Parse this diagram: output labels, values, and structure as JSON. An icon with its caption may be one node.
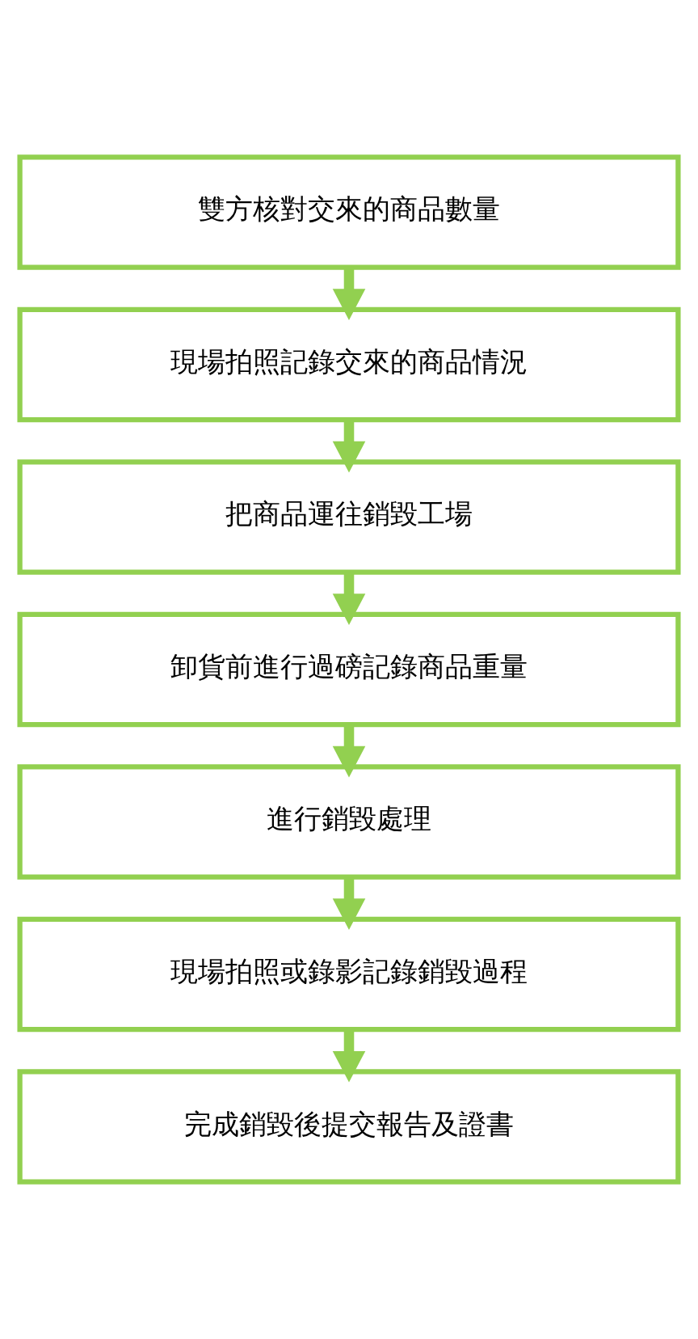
{
  "diagram": {
    "nodes": [
      {
        "text": [
          "雙方核對交來的商品數量"
        ]
      },
      {
        "text": [
          "現場拍照記錄交來的商品情況"
        ]
      },
      {
        "text": [
          "把商品運往銷毀工場"
        ]
      },
      {
        "text": [
          "卸貨前進行過磅記錄商品重量"
        ]
      },
      {
        "text": [
          "進行銷毀處理"
        ]
      },
      {
        "text": [
          "現場拍照或錄影記錄銷毀過程"
        ]
      },
      {
        "text": [
          "完成銷毀後提交報告及證書"
        ]
      }
    ],
    "edges": [
      {
        "from": 0,
        "to": 1,
        "arrow": "to"
      },
      {
        "from": 1,
        "to": 2,
        "arrow": "to"
      },
      {
        "from": 2,
        "to": 3,
        "arrow": "to"
      },
      {
        "from": 3,
        "to": 4,
        "arrow": "to"
      },
      {
        "from": 4,
        "to": 5,
        "arrow": "to"
      },
      {
        "from": 5,
        "to": 6,
        "arrow": "to"
      }
    ]
  }
}
